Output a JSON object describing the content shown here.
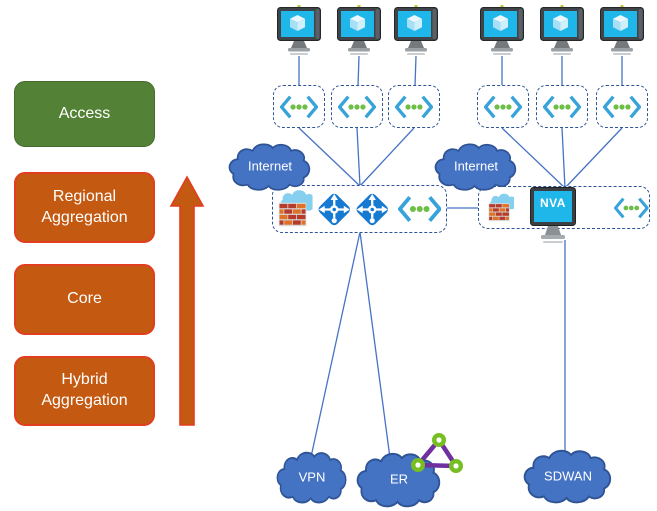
{
  "layers": {
    "items": [
      {
        "label": "Access",
        "fill": "#538135",
        "border": "#466B2D"
      },
      {
        "label": "Regional Aggregation",
        "fill": "#C45911",
        "border": "#E23D1E"
      },
      {
        "label": "Core",
        "fill": "#C45911",
        "border": "#E23D1E"
      },
      {
        "label": "Hybrid Aggregation",
        "fill": "#C45911",
        "border": "#E23D1E"
      }
    ],
    "arrow": {
      "direction": "up",
      "fill": "#C45911",
      "border": "#E23D1E"
    }
  },
  "network": {
    "internet_left": {
      "label": "Internet"
    },
    "internet_right": {
      "label": "Internet"
    },
    "nva": {
      "label": "NVA"
    },
    "clouds_bottom": [
      {
        "label": "VPN"
      },
      {
        "label": "ER"
      },
      {
        "label": "SDWAN"
      }
    ],
    "icon_names": {
      "vm": "virtual-machine-icon",
      "vnet": "virtual-network-icon",
      "router": "router-icon",
      "firewall": "azure-firewall-icon",
      "nva": "nva-monitor-icon",
      "er_circuit": "expressroute-circuit-icon"
    },
    "colors": {
      "cloud_fill": "#4573C4",
      "cloud_border": "#2F5496",
      "connector_line": "#4673C4",
      "dashed_border": "#2F5496",
      "vnet_chevron": "#38A3D8",
      "vnet_dot": "#6DBE45",
      "router_blue": "#1679D2",
      "screen_cyan": "#1FB6EA",
      "brick_red": "#B63B2B",
      "brick_orange": "#DF7226",
      "er_purple": "#7030A0",
      "er_green": "#76BE21"
    }
  }
}
